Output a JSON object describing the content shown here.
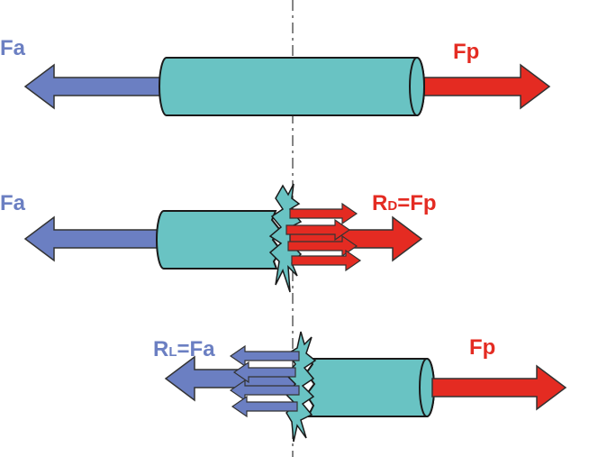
{
  "colors": {
    "blue": "#6b7fc2",
    "red": "#e42b22",
    "cylinder": "#69c3c3",
    "outline": "#1a1a1a",
    "axis": "#333333"
  },
  "labels": {
    "top_fa": "Fa",
    "top_fp": "Fp",
    "mid_fa": "Fa",
    "mid_r_main": "R",
    "mid_r_sub": "D",
    "mid_r_rest": "=Fp",
    "bot_r_main": "R",
    "bot_r_sub": "L",
    "bot_r_rest": "=Fa",
    "bot_fp": "Fp"
  }
}
